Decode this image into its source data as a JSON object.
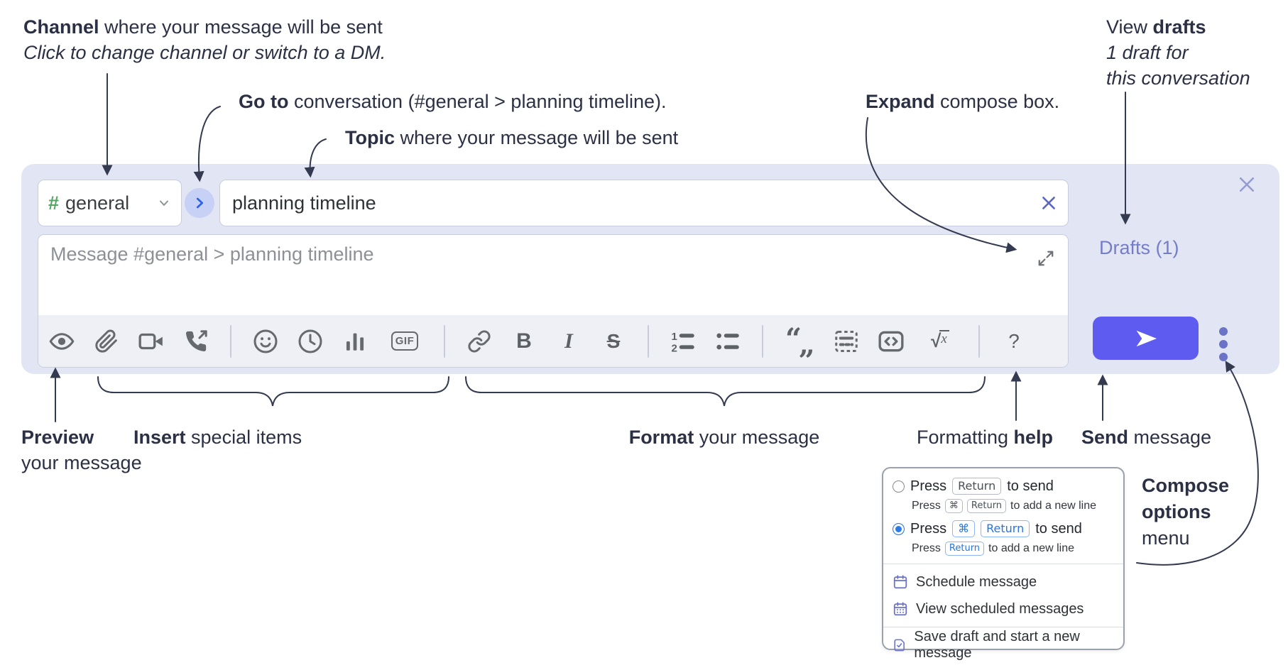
{
  "annotations": {
    "channel": {
      "bold": "Channel",
      "rest": " where your message will be sent",
      "subtitle": "Click to change channel or switch to a DM."
    },
    "go_to": {
      "bold": "Go to",
      "rest": " conversation (#general > planning timeline)."
    },
    "topic": {
      "bold": "Topic",
      "rest": " where your message will be sent"
    },
    "expand": {
      "bold": "Expand",
      "rest": " compose box."
    },
    "view_drafts": {
      "pre": "View ",
      "bold": "drafts",
      "line2": "1 draft for",
      "line3": "this conversation"
    },
    "preview": {
      "bold": "Preview",
      "line2": "your message"
    },
    "insert": {
      "bold": "Insert",
      "rest": " special items"
    },
    "format": {
      "bold": "Format",
      "rest": " your message"
    },
    "formatting_help": {
      "pre": "Formatting ",
      "bold": "help"
    },
    "send": {
      "bold": "Send",
      "rest": " message"
    },
    "compose_options": {
      "line1": "Compose",
      "line2": "options",
      "line3": "menu"
    }
  },
  "compose_box": {
    "channel_selector": {
      "hash": "#",
      "name": "general"
    },
    "topic_input": {
      "value": "planning timeline"
    },
    "message_input": {
      "placeholder": "Message #general > planning timeline"
    },
    "drafts_link": "Drafts (1)",
    "toolbar_icons": [
      "preview",
      "attach-file",
      "video-call",
      "audio-call",
      "emoji",
      "time",
      "poll",
      "gif",
      "link",
      "bold",
      "italic",
      "strikethrough",
      "numbered-list",
      "bulleted-list",
      "quote",
      "spoiler",
      "code",
      "math",
      "help"
    ],
    "glyphs": {
      "bold": "B",
      "italic": "I",
      "strikethrough": "S",
      "gif": "GIF",
      "help": "?",
      "math_radical": "√",
      "math_x": "x",
      "quote_open": "“",
      "quote_close": "„",
      "ol_1": "1",
      "ol_2": "2"
    }
  },
  "popup": {
    "option_return": {
      "press": "Press",
      "key": "Return",
      "after": "to send",
      "sub": {
        "press": "Press",
        "key1": "⌘",
        "key2": "Return",
        "after": "to add a new line"
      }
    },
    "option_cmd_return": {
      "press": "Press",
      "key1": "⌘",
      "key2": "Return",
      "after": "to send",
      "sub": {
        "press": "Press",
        "key": "Return",
        "after": "to add a new line"
      }
    },
    "menu_items": [
      "Schedule message",
      "View scheduled messages",
      "Save draft and start a new message"
    ]
  },
  "colors": {
    "compose_bg": "#e2e5f3",
    "toolbar_bg": "#eef0f5",
    "send_button": "#5d5bf0",
    "accent_link": "#747ec8",
    "hash_green": "#53a662",
    "goto_circle": "#c7d0f5",
    "goto_chevron": "#2c63e4",
    "popup_blue": "#2376e8",
    "menu_icon_purple": "#6a70d0",
    "annotation_ink": "#2b3044",
    "icon_gray": "#66696e"
  }
}
